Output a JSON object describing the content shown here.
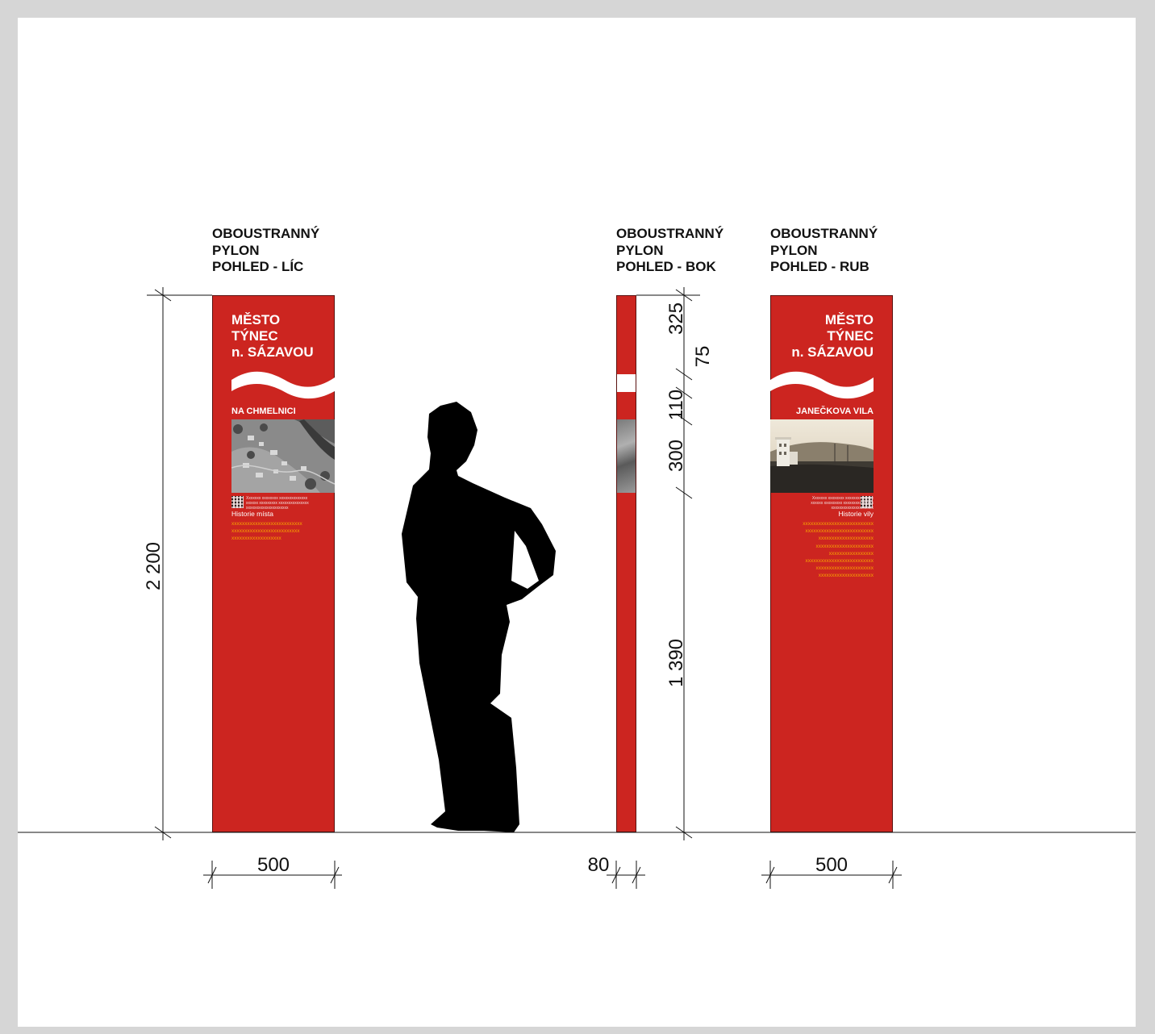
{
  "views": [
    {
      "lines": [
        "OBOUSTRANNÝ",
        "PYLON",
        "POHLED - LÍC"
      ]
    },
    {
      "lines": [
        "OBOUSTRANNÝ",
        "PYLON",
        "POHLED - BOK"
      ]
    },
    {
      "lines": [
        "OBOUSTRANNÝ",
        "PYLON",
        "POHLED - RUB"
      ]
    }
  ],
  "front_panel": {
    "town_lines": [
      "MĚSTO",
      "TÝNEC",
      "n. SÁZAVOU"
    ],
    "place": "NA CHMELNICI",
    "small_lines": [
      "Xxxxxxx xxxxxxxx xxxxxxxxxxxxxx",
      "xxxxxx xxxxxxxxx xxxxxxxxxxxxxxx",
      "xxxxxxxxxxxxxxxxxxxxx"
    ],
    "heading": "Historie místa",
    "body_lines": [
      "xxxxxxxxxxxxxxxxxxxxxxxxxxx",
      "xxxxxxxxxxxxxxxxxxxxxxxxxx",
      "xxxxxxxxxxxxxxxxxxx"
    ]
  },
  "back_panel": {
    "town_lines": [
      "MĚSTO",
      "TÝNEC",
      "n. SÁZAVOU"
    ],
    "place": "JANEČKOVA VILA",
    "small_lines": [
      "Xxxxxxx xxxxxxxx xxxxxxxxxxxxxx",
      "xxxxxx xxxxxxxxx xxxxxxxxxxxxxxx",
      "xxxxxxxxxxxxxxxxxxxxx"
    ],
    "heading": "Historie vily",
    "body_lines": [
      "xxxxxxxxxxxxxxxxxxxxxxxxxxx",
      "xxxxxxxxxxxxxxxxxxxxxxxxxx",
      "xxxxxxxxxxxxxxxxxxxxx",
      "xxxxxxxxxxxxxxxxxxxxxx",
      "xxxxxxxxxxxxxxxxx",
      "xxxxxxxxxxxxxxxxxxxxxxxxxx",
      "xxxxxxxxxxxxxxxxxxxxxx",
      "xxxxxxxxxxxxxxxxxxxxx"
    ]
  },
  "dimensions": {
    "total_height": "2 200",
    "front_width": "500",
    "side_width": "80",
    "back_width": "500",
    "side_segments": [
      "325",
      "75",
      "110",
      "300",
      "1 390"
    ]
  },
  "colors": {
    "panel_red": "#cc2520",
    "accent_orange": "#f6a400",
    "line_black": "#111111"
  }
}
